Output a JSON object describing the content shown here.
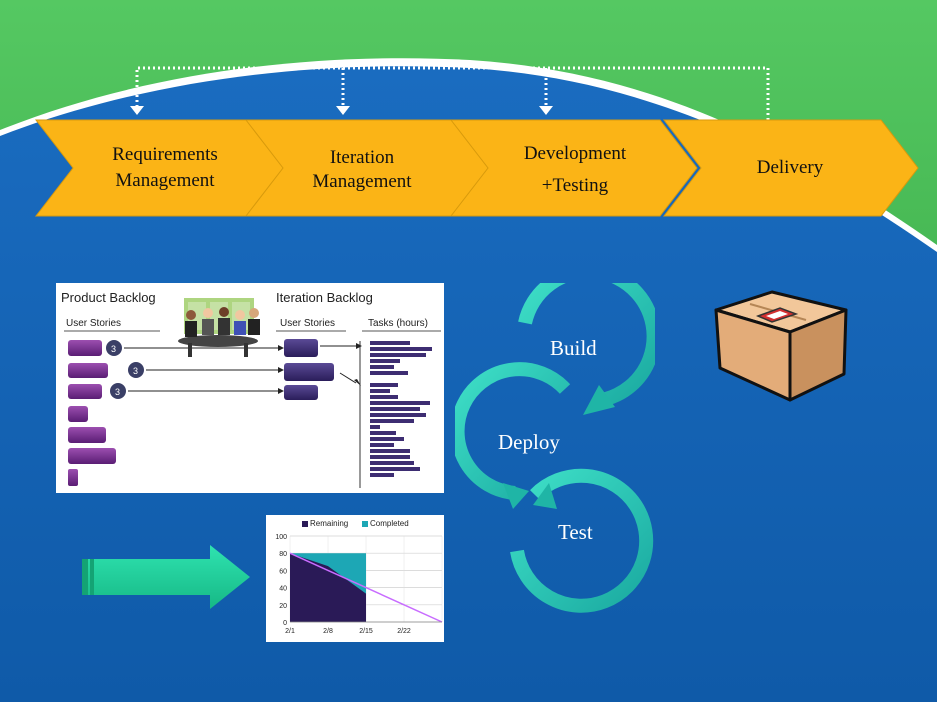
{
  "colors": {
    "background": "#1565b8",
    "green_wave": "#3fb04b",
    "chevron": "#fbb416",
    "cycle": "#2ec4b6",
    "arrow": "#1fd59a",
    "remaining": "#2a1a57",
    "completed": "#1da7b5",
    "ideal_line": "#c86cff"
  },
  "process": {
    "steps": [
      {
        "line1": "Requirements",
        "line2": "Management"
      },
      {
        "line1": "Iteration",
        "line2": "Management"
      },
      {
        "line1": "Development",
        "line2": "+Testing"
      },
      {
        "line1": "Delivery",
        "line2": ""
      }
    ]
  },
  "backlog": {
    "product_title": "Product Backlog",
    "iteration_title": "Iteration Backlog",
    "user_stories_left": "User Stories",
    "user_stories_right": "User Stories",
    "tasks_header": "Tasks (hours)",
    "badges": [
      "3",
      "3",
      "3"
    ]
  },
  "cycle": {
    "build": "Build",
    "deploy": "Deploy",
    "test": "Test"
  },
  "icons": [
    "dotted-feedback-arrow-icon",
    "meeting-people-icon",
    "cardboard-box-icon",
    "right-arrow-icon"
  ],
  "chart_data": {
    "type": "area",
    "legend": [
      "Remaining",
      "Completed"
    ],
    "x_ticks": [
      "2/1",
      "2/8",
      "2/15",
      "2/22"
    ],
    "y_ticks": [
      "0",
      "20",
      "40",
      "60",
      "80",
      "100"
    ],
    "ylim": [
      0,
      100
    ],
    "x": [
      0,
      7,
      14,
      21,
      28
    ],
    "series": [
      {
        "name": "Remaining",
        "values": [
          80,
          65,
          33,
          null,
          null
        ]
      },
      {
        "name": "Completed",
        "values": [
          80,
          80,
          80,
          null,
          null
        ]
      }
    ],
    "ideal": [
      80,
      60,
      40,
      20,
      0
    ]
  }
}
